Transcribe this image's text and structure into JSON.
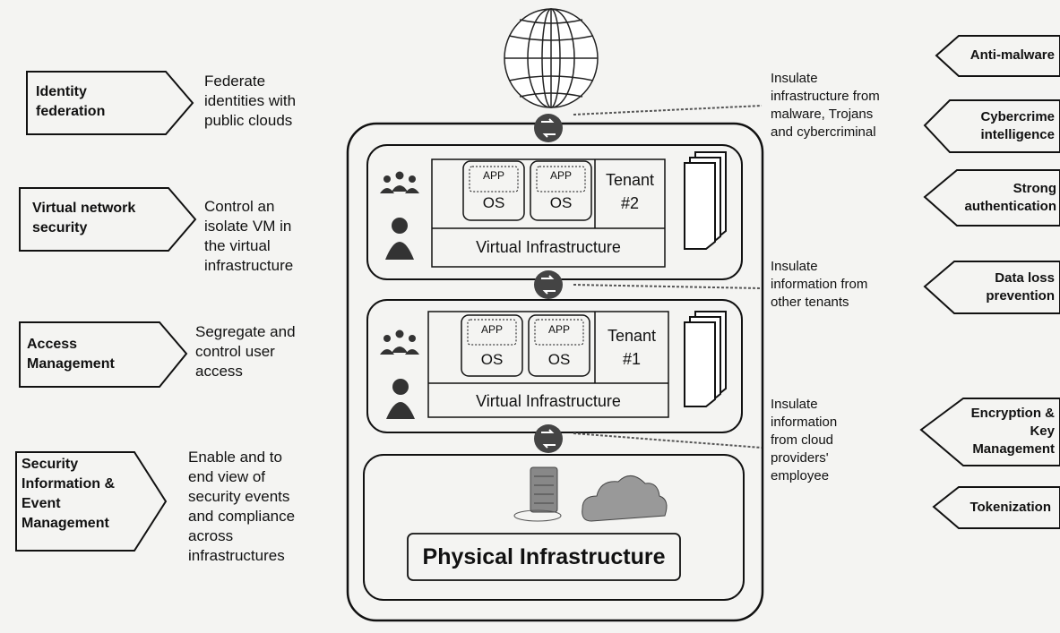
{
  "left_items": [
    {
      "title": "Identity\nfederation",
      "desc": "Federate\nidentities with\npublic clouds"
    },
    {
      "title": "Virtual network\nsecurity",
      "desc": "Control an\nisolate VM in\nthe virtual\ninfrastructure"
    },
    {
      "title": "Access\nManagement",
      "desc": "Segregate and\ncontrol user\naccess"
    },
    {
      "title": "Security\nInformation &\nEvent\nManagement",
      "desc": "Enable and to\nend view of\nsecurity events\nand compliance\nacross\ninfrastructures"
    }
  ],
  "center": {
    "tenant2": {
      "app1": "APP",
      "os1": "OS",
      "app2": "APP",
      "os2": "OS",
      "label": "Tenant\n#2",
      "vi": "Virtual Infrastructure"
    },
    "tenant1": {
      "app1": "APP",
      "os1": "OS",
      "app2": "APP",
      "os2": "OS",
      "label": "Tenant\n#1",
      "vi": "Virtual Infrastructure"
    },
    "physical": "Physical Infrastructure"
  },
  "insulate_notes": [
    "Insulate\ninfrastructure from\nmalware, Trojans\nand cybercriminal",
    "Insulate\ninformation from\nother tenants",
    "Insulate\ninformation\nfrom cloud\nproviders'\nemployee"
  ],
  "right_tags": [
    "Anti-malware",
    "Cybercrime\nintelligence",
    "Strong\nauthentication",
    "Data loss\nprevention",
    "Encryption &\nKey\nManagement",
    "Tokenization"
  ],
  "icons": [
    "globe-icon",
    "gateway-icon",
    "users-icon",
    "user-icon",
    "document-stack-icon",
    "server-icon",
    "cloud-icon"
  ]
}
